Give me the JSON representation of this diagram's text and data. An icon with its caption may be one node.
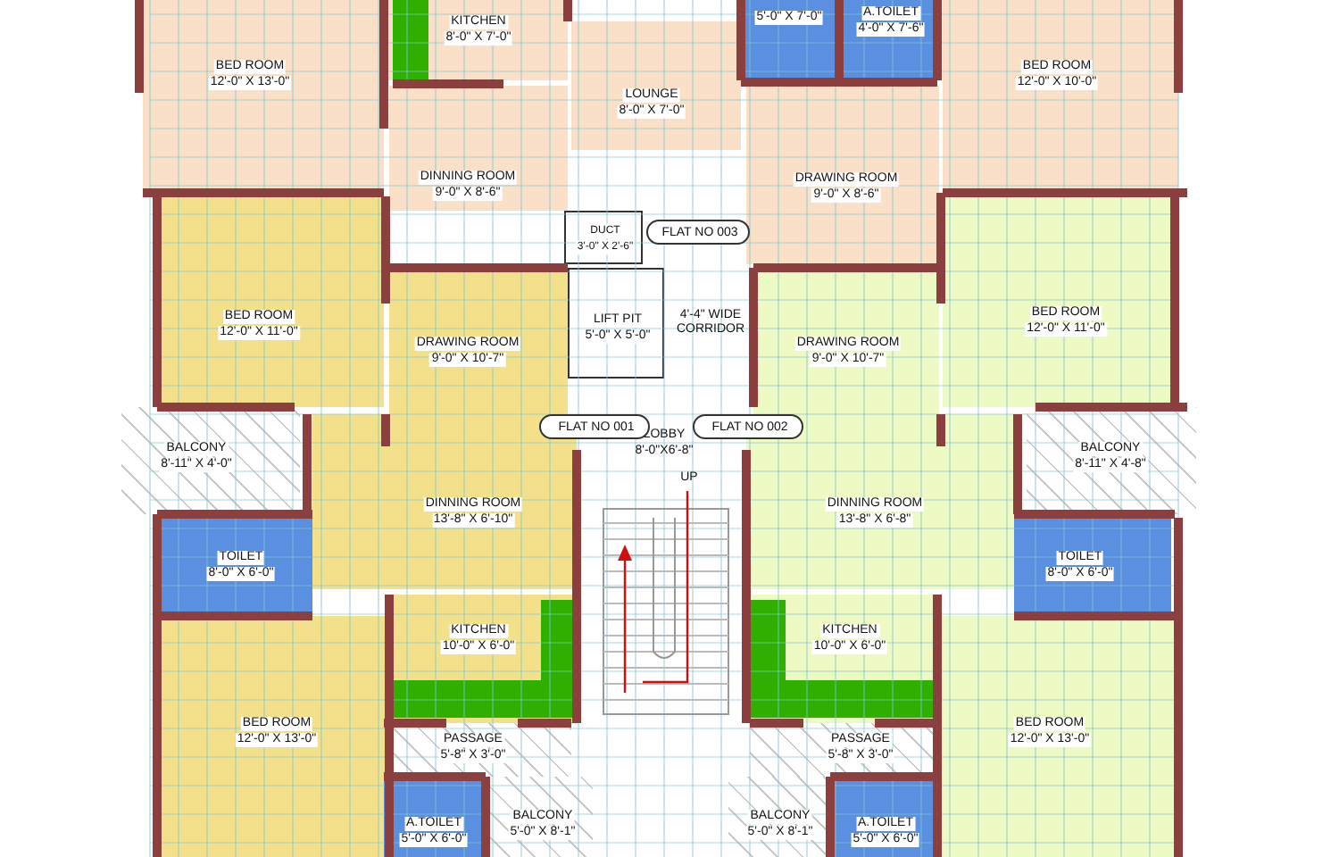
{
  "diagram": {
    "nodes": [
      {
        "text": [
          "BED ROOM",
          "12'-0\" X 13'-0\""
        ]
      },
      {
        "text": [
          "KITCHEN",
          "8'-0\" X 7'-0\""
        ]
      },
      {
        "text": [
          "LOUNGE",
          "8'-0\" X 7'-0\""
        ]
      },
      {
        "text": [
          "DINNING ROOM",
          "9'-0\" X 8'-6\""
        ]
      },
      {
        "text": [
          "DUCT",
          "3'-0\" X 2'-6\""
        ]
      },
      {
        "text": [
          "FLAT NO 003"
        ]
      },
      {
        "text": [
          "5'-0\" X 7'-0\""
        ]
      },
      {
        "text": [
          "A.TOILET",
          "4'-0\" X 7'-6\""
        ]
      },
      {
        "text": [
          "BED ROOM",
          "12'-0\" X 10'-0\""
        ]
      },
      {
        "text": [
          "DRAWING ROOM",
          "9'-0\" X 8'-6\""
        ]
      },
      {
        "text": [
          "BED ROOM",
          "12'-0\" X 11'-0\""
        ]
      },
      {
        "text": [
          "DRAWING ROOM",
          "9'-0\" X 10'-7\""
        ]
      },
      {
        "text": [
          "LIFT PIT",
          "5'-0\" X 5'-0\""
        ]
      },
      {
        "text": [
          "FLAT NO 001"
        ]
      },
      {
        "text": [
          "FLAT NO 002"
        ]
      },
      {
        "text": [
          "BALCONY",
          "8'-11\" X 4'-0\""
        ]
      },
      {
        "text": [
          "DINNING ROOM",
          "13'-8\" X 6'-10\""
        ]
      },
      {
        "text": [
          "TOILET",
          "8'-0\" X 6'-0\""
        ]
      },
      {
        "text": [
          "KITCHEN",
          "10'-0\" X 6'-0\""
        ]
      },
      {
        "text": [
          "BED ROOM",
          "12'-0\" X 13'-0\""
        ]
      },
      {
        "text": [
          "PASSAGE",
          "5'-8\" X 3'-0\""
        ]
      },
      {
        "text": [
          "A.TOILET",
          "5'-0\" X 6'-0\""
        ]
      },
      {
        "text": [
          "BALCONY",
          "5'-0\" X 8'-1\""
        ]
      },
      {
        "text": [
          "BED ROOM",
          "12'-0\" X 11'-0\""
        ]
      },
      {
        "text": [
          "DRAWING ROOM",
          "9'-0\" X 10'-7\""
        ]
      },
      {
        "text": [
          "BALCONY",
          "8'-11\" X 4'-8\""
        ]
      },
      {
        "text": [
          "DINNING ROOM",
          "13'-8\" X 6'-8\""
        ]
      },
      {
        "text": [
          "TOILET",
          "8'-0\" X 6'-0\""
        ]
      },
      {
        "text": [
          "KITCHEN",
          "10'-0\" X 6'-0\""
        ]
      },
      {
        "text": [
          "PASSAGE",
          "5'-8\" X 3'-0\""
        ]
      },
      {
        "text": [
          "BED ROOM",
          "12'-0\" X 13'-0\""
        ]
      },
      {
        "text": [
          "BALCONY",
          "5'-0\" X 8'-1\""
        ]
      },
      {
        "text": [
          "A.TOILET",
          "5'-0\" X 6'-0\""
        ]
      }
    ],
    "labels": [
      "4'-4\" WIDE CORRIDOR",
      "LOBBY",
      "8'-0\"X6'-8\"",
      "UP"
    ]
  }
}
